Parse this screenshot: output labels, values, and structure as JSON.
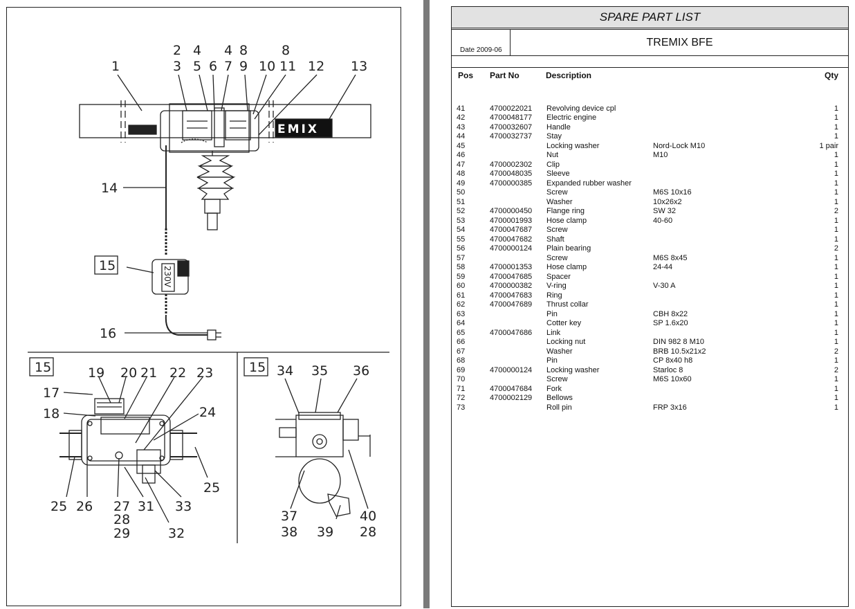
{
  "diagram": {
    "main_labels": [
      {
        "id": "l1",
        "text": "1"
      },
      {
        "id": "l2",
        "text": "2"
      },
      {
        "id": "l3",
        "text": "3"
      },
      {
        "id": "l4a",
        "text": "4"
      },
      {
        "id": "l5",
        "text": "5"
      },
      {
        "id": "l6",
        "text": "6"
      },
      {
        "id": "l4b",
        "text": "4"
      },
      {
        "id": "l7",
        "text": "7"
      },
      {
        "id": "l8a",
        "text": "8"
      },
      {
        "id": "l9",
        "text": "9"
      },
      {
        "id": "l8b",
        "text": "8"
      },
      {
        "id": "l10",
        "text": "10"
      },
      {
        "id": "l11",
        "text": "11"
      },
      {
        "id": "l12",
        "text": "12"
      },
      {
        "id": "l13",
        "text": "13"
      },
      {
        "id": "l14",
        "text": "14"
      },
      {
        "id": "l15",
        "text": "15"
      },
      {
        "id": "l16",
        "text": "16"
      }
    ],
    "beam_brand": "EMIX",
    "switch_voltage": "230V",
    "detail_left_box": "15",
    "detail_left_labels": [
      "17",
      "18",
      "19",
      "20",
      "21",
      "22",
      "23",
      "24",
      "25",
      "25",
      "26",
      "27",
      "28",
      "29",
      "31",
      "32",
      "33"
    ],
    "detail_right_box": "15",
    "detail_right_labels": [
      "34",
      "35",
      "36",
      "37",
      "38",
      "39",
      "40",
      "28"
    ]
  },
  "sheet": {
    "title": "SPARE PART LIST",
    "date": "Date 2009-06",
    "model": "TREMIX BFE",
    "headers": {
      "pos": "Pos",
      "part": "Part No",
      "desc": "Description",
      "qty": "Qty"
    },
    "rows": [
      {
        "pos": "41",
        "part": "4700022021",
        "desc": "Revolving device cpl",
        "spec": "",
        "qty": "1"
      },
      {
        "pos": "42",
        "part": "4700048177",
        "desc": "Electric engine",
        "spec": "",
        "qty": "1"
      },
      {
        "pos": "43",
        "part": "4700032607",
        "desc": "Handle",
        "spec": "",
        "qty": "1"
      },
      {
        "pos": "44",
        "part": "4700032737",
        "desc": "Stay",
        "spec": "",
        "qty": "1"
      },
      {
        "pos": "45",
        "part": "",
        "desc": "Locking washer",
        "spec": "Nord-Lock M10",
        "qty": "1 pair"
      },
      {
        "pos": "46",
        "part": "",
        "desc": "Nut",
        "spec": "M10",
        "qty": "1"
      },
      {
        "pos": "47",
        "part": "4700002302",
        "desc": "Clip",
        "spec": "",
        "qty": "1"
      },
      {
        "pos": "48",
        "part": "4700048035",
        "desc": "Sleeve",
        "spec": "",
        "qty": "1"
      },
      {
        "pos": "49",
        "part": "4700000385",
        "desc": "Expanded rubber washer",
        "spec": "",
        "qty": "1"
      },
      {
        "pos": "50",
        "part": "",
        "desc": "Screw",
        "spec": "M6S 10x16",
        "qty": "1"
      },
      {
        "pos": "51",
        "part": "",
        "desc": "Washer",
        "spec": "10x26x2",
        "qty": "1"
      },
      {
        "pos": "52",
        "part": "4700000450",
        "desc": "Flange ring",
        "spec": "SW 32",
        "qty": "2"
      },
      {
        "pos": "53",
        "part": "4700001993",
        "desc": "Hose clamp",
        "spec": "40-60",
        "qty": "1"
      },
      {
        "pos": "54",
        "part": "4700047687",
        "desc": "Screw",
        "spec": "",
        "qty": "1"
      },
      {
        "pos": "55",
        "part": "4700047682",
        "desc": "Shaft",
        "spec": "",
        "qty": "1"
      },
      {
        "pos": "56",
        "part": "4700000124",
        "desc": "Plain bearing",
        "spec": "",
        "qty": "2"
      },
      {
        "pos": "57",
        "part": "",
        "desc": "Screw",
        "spec": "M6S 8x45",
        "qty": "1"
      },
      {
        "pos": "58",
        "part": "4700001353",
        "desc": "Hose clamp",
        "spec": "24-44",
        "qty": "1"
      },
      {
        "pos": "59",
        "part": "4700047685",
        "desc": "Spacer",
        "spec": "",
        "qty": "1"
      },
      {
        "pos": "60",
        "part": "4700000382",
        "desc": "V-ring",
        "spec": "V-30 A",
        "qty": "1"
      },
      {
        "pos": "61",
        "part": "4700047683",
        "desc": "Ring",
        "spec": "",
        "qty": "1"
      },
      {
        "pos": "62",
        "part": "4700047689",
        "desc": "Thrust collar",
        "spec": "",
        "qty": "1"
      },
      {
        "pos": "63",
        "part": "",
        "desc": "Pin",
        "spec": "CBH 8x22",
        "qty": "1"
      },
      {
        "pos": "64",
        "part": "",
        "desc": "Cotter key",
        "spec": "SP 1.6x20",
        "qty": "1"
      },
      {
        "pos": "65",
        "part": "4700047686",
        "desc": "Link",
        "spec": "",
        "qty": "1"
      },
      {
        "pos": "66",
        "part": "",
        "desc": "Locking nut",
        "spec": "DIN 982 8 M10",
        "qty": "1"
      },
      {
        "pos": "67",
        "part": "",
        "desc": "Washer",
        "spec": "BRB 10.5x21x2",
        "qty": "2"
      },
      {
        "pos": "68",
        "part": "",
        "desc": "Pin",
        "spec": "CP 8x40 h8",
        "qty": "1"
      },
      {
        "pos": "69",
        "part": "4700000124",
        "desc": "Locking washer",
        "spec": "Starloc 8",
        "qty": "2"
      },
      {
        "pos": "70",
        "part": "",
        "desc": "Screw",
        "spec": "M6S 10x60",
        "qty": "1"
      },
      {
        "pos": "71",
        "part": "4700047684",
        "desc": "Fork",
        "spec": "",
        "qty": "1"
      },
      {
        "pos": "72",
        "part": "4700002129",
        "desc": "Bellows",
        "spec": "",
        "qty": "1"
      },
      {
        "pos": "73",
        "part": "",
        "desc": "Roll pin",
        "spec": "FRP 3x16",
        "qty": "1"
      }
    ]
  }
}
